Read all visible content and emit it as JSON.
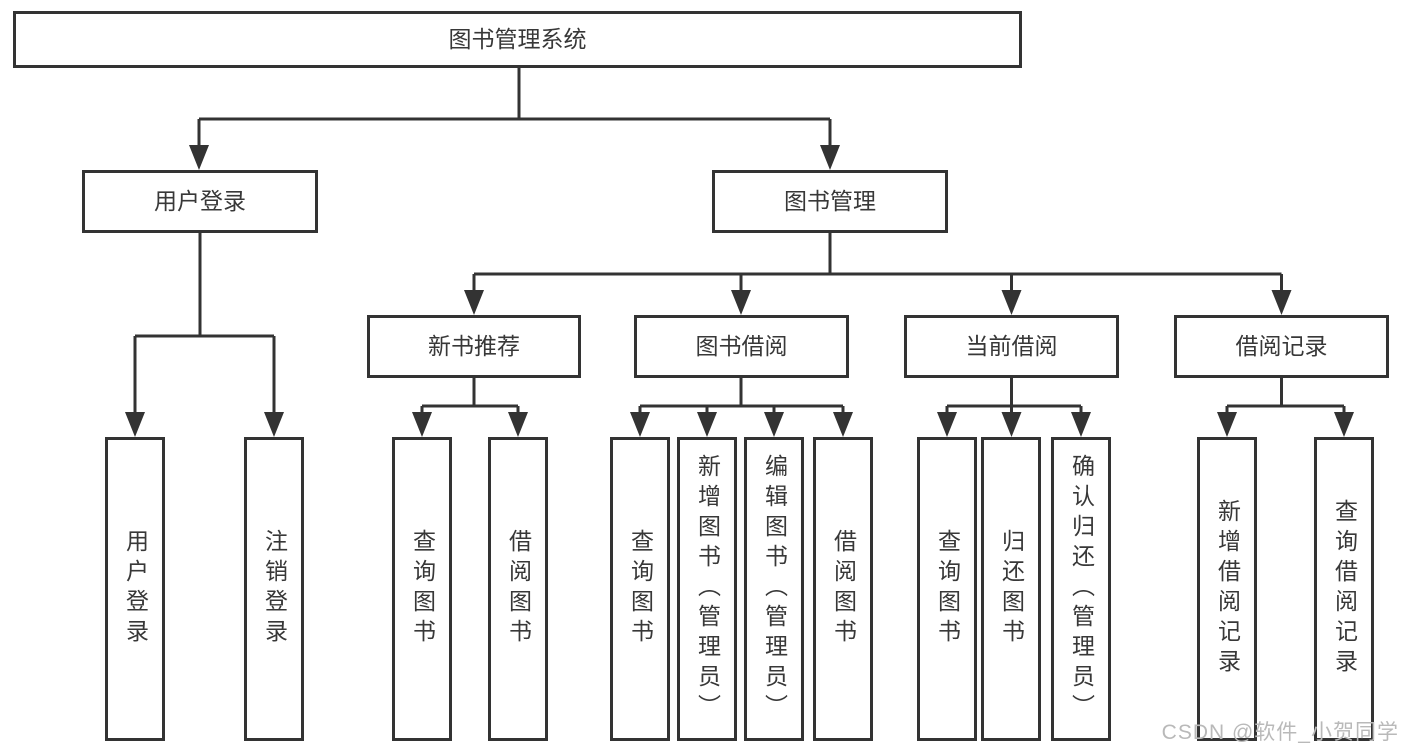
{
  "colors": {
    "line": "#333333",
    "text": "#383838",
    "background": "#ffffff",
    "watermark": "#b9b9b9"
  },
  "watermark": {
    "text": "CSDN @软件_小贺同学"
  },
  "nodes": {
    "root": {
      "label": "图书管理系统"
    },
    "user_login": {
      "label": "用户登录"
    },
    "book_mgmt": {
      "label": "图书管理"
    },
    "new_book_rec": {
      "label": "新书推荐"
    },
    "book_borrow": {
      "label": "图书借阅"
    },
    "current_borrow": {
      "label": "当前借阅"
    },
    "borrow_record": {
      "label": "借阅记录"
    },
    "leaf_user_login": {
      "label": "用户登录"
    },
    "leaf_logout": {
      "label": "注销登录"
    },
    "leaf_query_book_rec": {
      "label": "查询图书"
    },
    "leaf_borrow_book_rec": {
      "label": "借阅图书"
    },
    "leaf_query_book_borrow": {
      "label": "查询图书"
    },
    "leaf_add_book": {
      "label": "新增图书（管理员）"
    },
    "leaf_edit_book": {
      "label": "编辑图书（管理员）"
    },
    "leaf_borrow_book_borrow": {
      "label": "借阅图书"
    },
    "leaf_query_book_current": {
      "label": "查询图书"
    },
    "leaf_return_book": {
      "label": "归还图书"
    },
    "leaf_confirm_return": {
      "label": "确认归还（管理员）"
    },
    "leaf_add_record": {
      "label": "新增借阅记录"
    },
    "leaf_query_record": {
      "label": "查询借阅记录"
    }
  },
  "hierarchy": {
    "图书管理系统": [
      "用户登录",
      "图书管理"
    ],
    "用户登录": [
      "用户登录",
      "注销登录"
    ],
    "图书管理": [
      "新书推荐",
      "图书借阅",
      "当前借阅",
      "借阅记录"
    ],
    "新书推荐": [
      "查询图书",
      "借阅图书"
    ],
    "图书借阅": [
      "查询图书",
      "新增图书（管理员）",
      "编辑图书（管理员）",
      "借阅图书"
    ],
    "当前借阅": [
      "查询图书",
      "归还图书",
      "确认归还（管理员）"
    ],
    "借阅记录": [
      "新增借阅记录",
      "查询借阅记录"
    ]
  }
}
